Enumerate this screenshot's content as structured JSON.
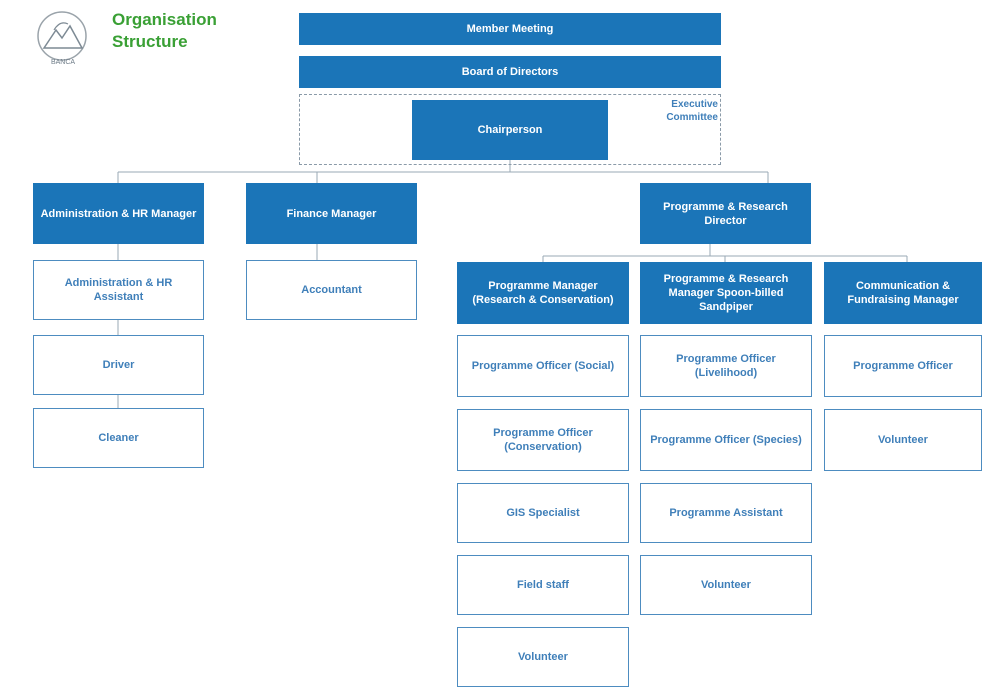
{
  "header": {
    "title_line1": "Organisation",
    "title_line2": "Structure",
    "logo_text": "BANCA"
  },
  "top": {
    "member_meeting": "Member Meeting",
    "board": "Board of Directors",
    "chair": "Chairperson",
    "exec_label_1": "Executive",
    "exec_label_2": "Committee"
  },
  "managers": {
    "admin": "Administration & HR Manager",
    "finance": "Finance Manager",
    "prd": "Programme & Research Director"
  },
  "admin_staff": [
    "Administration & HR Assistant",
    "Driver",
    "Cleaner"
  ],
  "finance_staff": [
    "Accountant"
  ],
  "sub_managers": {
    "pm_rc": "Programme Manager (Research & Conservation)",
    "prm_sbs": "Programme & Research Manager Spoon-billed Sandpiper",
    "cfm": "Communication & Fundraising Manager"
  },
  "pm_rc_staff": [
    "Programme Officer (Social)",
    "Programme Officer (Conservation)",
    "GIS Specialist",
    "Field staff",
    "Volunteer"
  ],
  "prm_sbs_staff": [
    "Programme Officer (Livelihood)",
    "Programme Officer (Species)",
    "Programme Assistant",
    "Volunteer"
  ],
  "cfm_staff": [
    "Programme Officer",
    "Volunteer"
  ],
  "colors": {
    "filled": "#1b75b8",
    "outline": "#4d8cc0",
    "title_green": "#3aa035",
    "connector": "#9aa8b4"
  }
}
